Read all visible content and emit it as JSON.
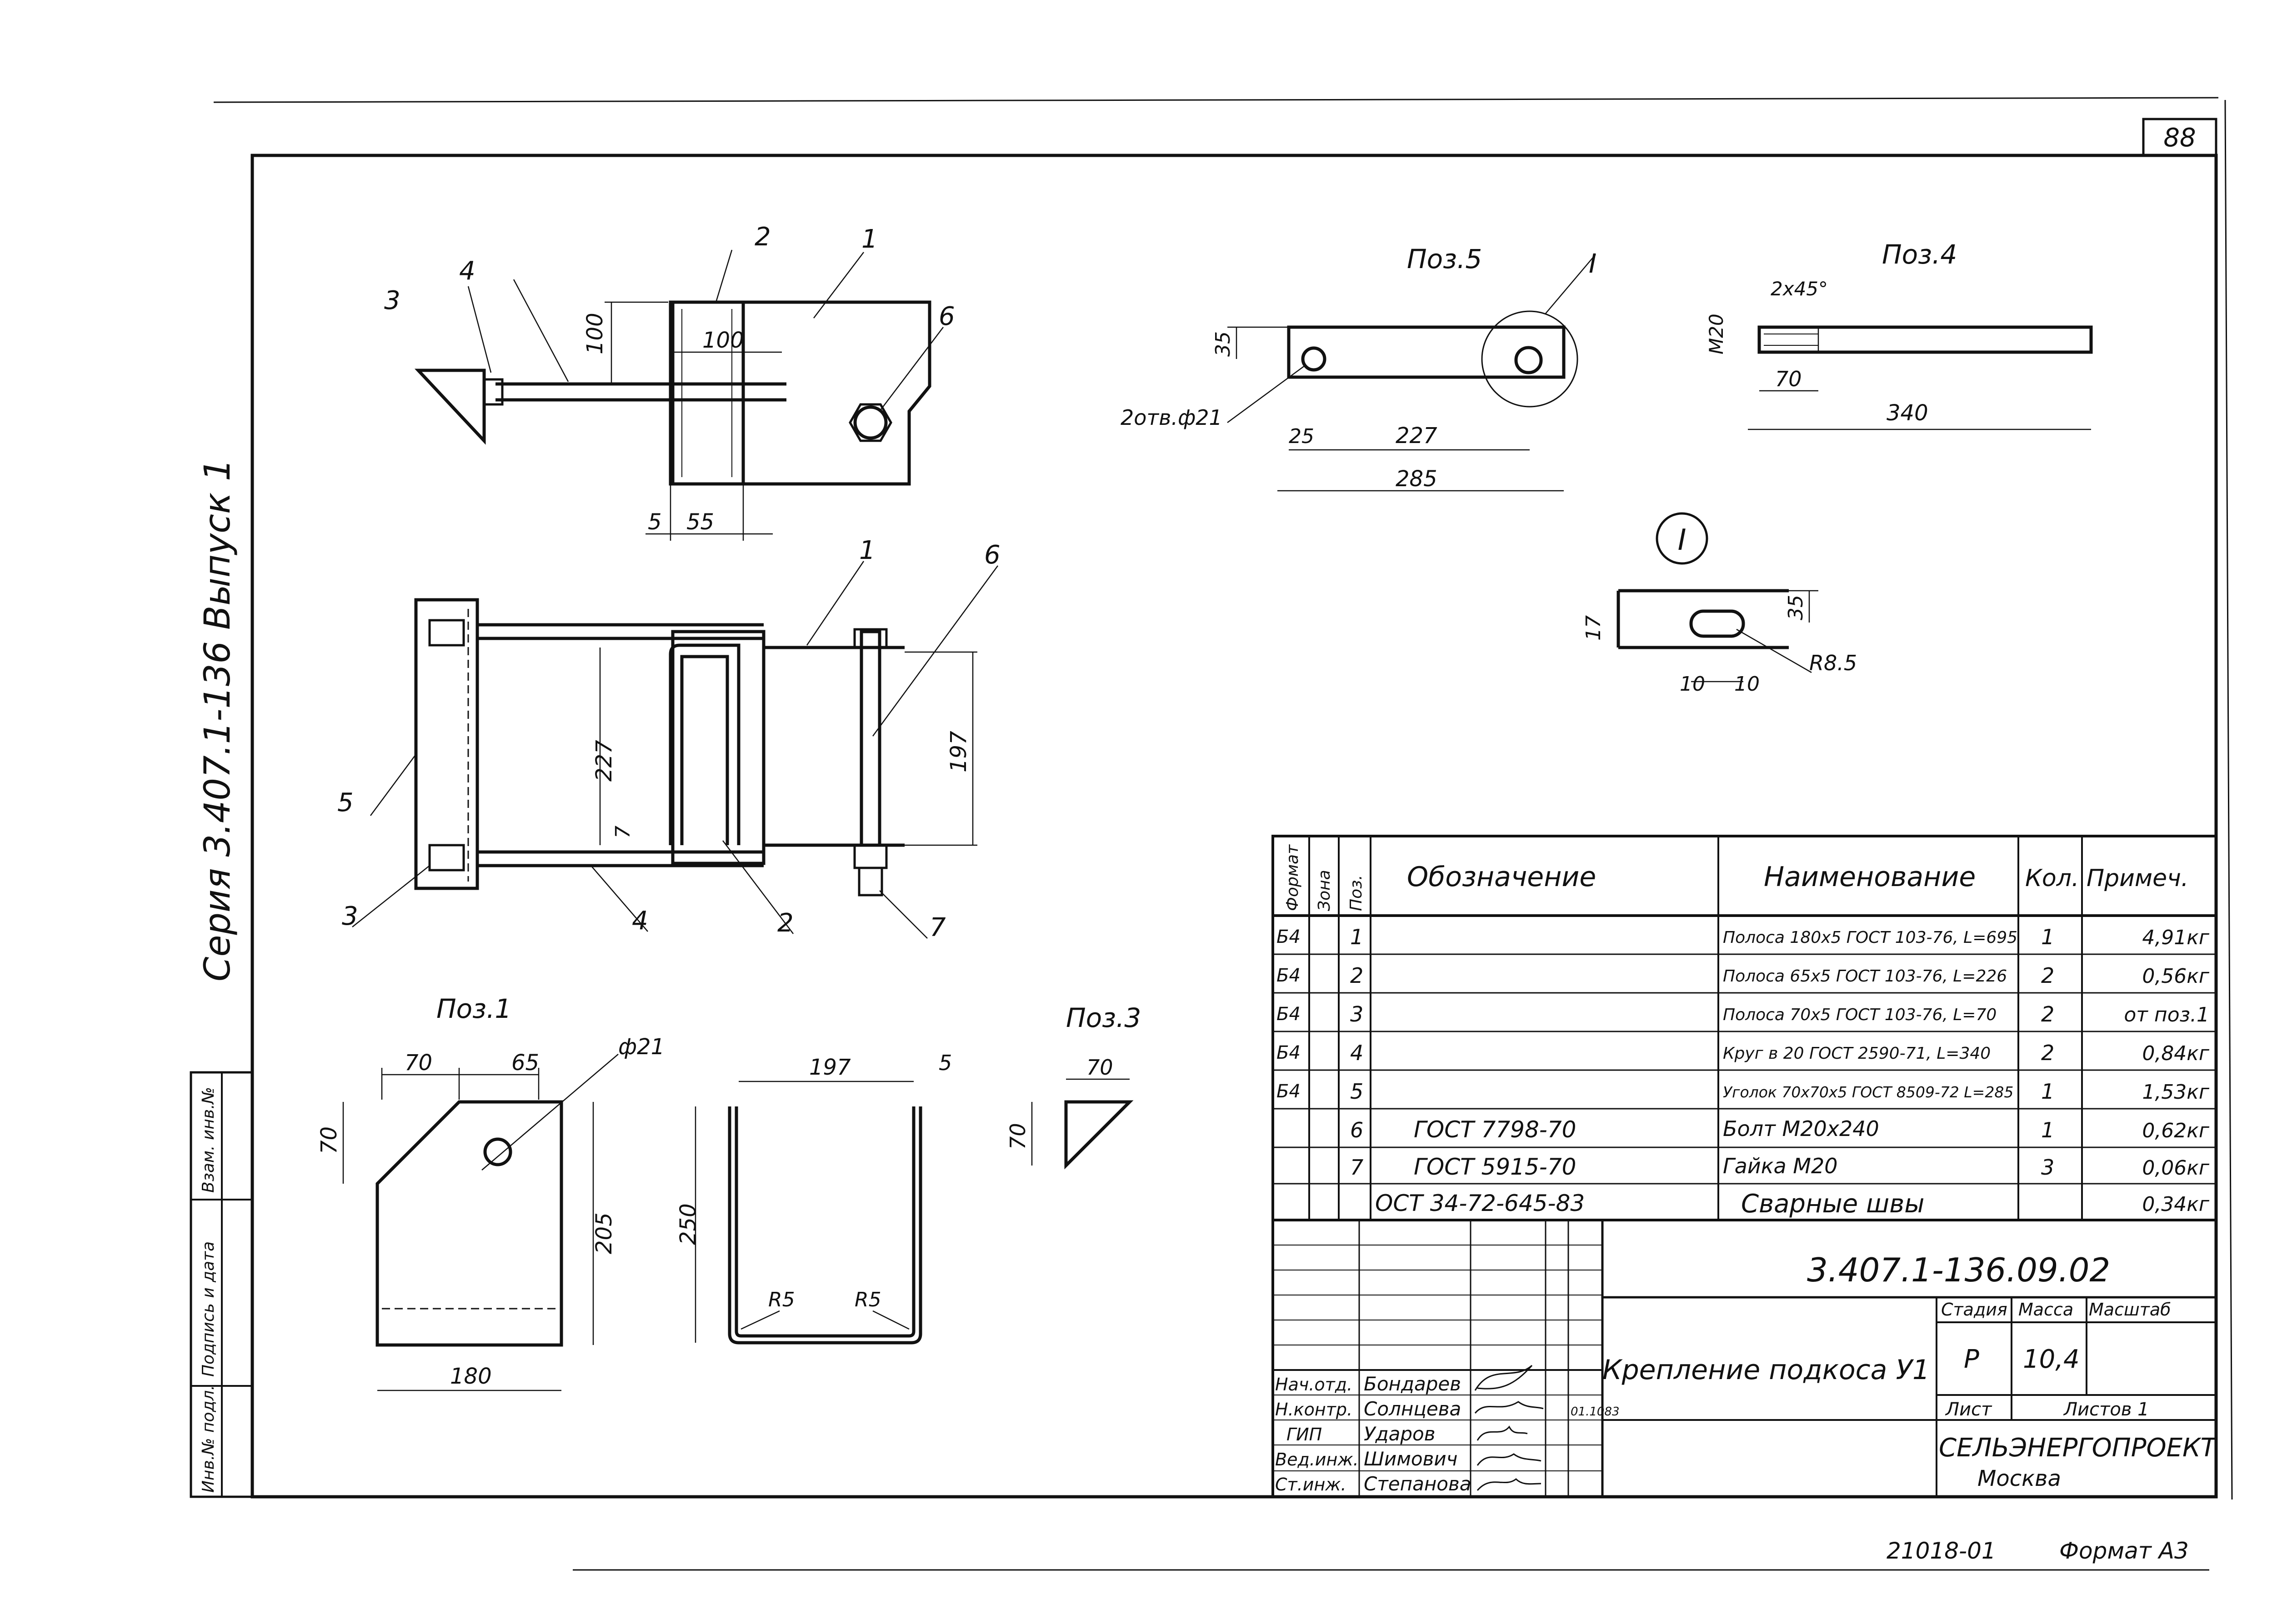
{
  "sheet": {
    "sheet_number": "88",
    "side_label": "Серия 3.407.1-136  Выпуск 1",
    "bottom_code": "21018-01",
    "format_label": "Формат А3",
    "left_stamp": [
      "Инв.№ подл.",
      "Подпись и дата",
      "Взам. инв.№"
    ]
  },
  "views": {
    "pos1": "Поз.1",
    "pos3": "Поз.3",
    "pos4": "Поз.4",
    "pos5": "Поз.5",
    "detail": "I"
  },
  "callouts": {
    "n1": "1",
    "n2": "2",
    "n3": "3",
    "n4": "4",
    "n5": "5",
    "n6": "6",
    "n7": "7"
  },
  "dims": {
    "top_100_v": "100",
    "top_100_h": "100",
    "top_5": "5",
    "top_55": "55",
    "front_227": "227",
    "front_197": "197",
    "front_7": "7",
    "p1_70": "70",
    "p1_65": "65",
    "p1_hole": "ф21",
    "p1_70v": "70",
    "p1_205": "205",
    "p1_180": "180",
    "p2_197": "197",
    "p2_5": "5",
    "p2_250": "250",
    "p2_r5a": "R5",
    "p2_r5b": "R5",
    "p3_70h": "70",
    "p3_70v": "70",
    "p5_35": "35",
    "p5_holes": "2отв.ф21",
    "p5_25": "25",
    "p5_227": "227",
    "p5_285": "285",
    "p4_chamfer": "2х45°",
    "p4_m20": "М20",
    "p4_70": "70",
    "p4_340": "340",
    "d_35": "35",
    "d_17": "17",
    "d_r": "R8.5",
    "d_10a": "10",
    "d_10b": "10"
  },
  "spec": {
    "headers": {
      "format": "Формат",
      "zone": "Зона",
      "pos": "Поз.",
      "designation": "Обозначение",
      "name": "Наименование",
      "qty": "Кол.",
      "note": "Примеч."
    },
    "rows": [
      {
        "format": "Б4",
        "pos": "1",
        "designation": "",
        "name": "Полоса 180х5 ГОСТ 103-76, L=695",
        "qty": "1",
        "note": "4,91кг"
      },
      {
        "format": "Б4",
        "pos": "2",
        "designation": "",
        "name": "Полоса 65х5 ГОСТ 103-76, L=226",
        "qty": "2",
        "note": "0,56кг"
      },
      {
        "format": "Б4",
        "pos": "3",
        "designation": "",
        "name": "Полоса 70х5 ГОСТ 103-76, L=70",
        "qty": "2",
        "note": "от поз.1"
      },
      {
        "format": "Б4",
        "pos": "4",
        "designation": "",
        "name": "Круг в 20 ГОСТ 2590-71, L=340",
        "qty": "2",
        "note": "0,84кг"
      },
      {
        "format": "Б4",
        "pos": "5",
        "designation": "",
        "name": "Уголок 70х70х5 ГОСТ 8509-72 L=285",
        "qty": "1",
        "note": "1,53кг"
      },
      {
        "format": "",
        "pos": "6",
        "designation": "ГОСТ 7798-70",
        "name": "Болт М20х240",
        "qty": "1",
        "note": "0,62кг"
      },
      {
        "format": "",
        "pos": "7",
        "designation": "ГОСТ 5915-70",
        "name": "Гайка М20",
        "qty": "3",
        "note": "0,06кг"
      },
      {
        "format": "",
        "pos": "",
        "designation": "ОСТ 34-72-645-83",
        "name": "Сварные швы",
        "qty": "",
        "note": "0,34кг"
      }
    ]
  },
  "title_block": {
    "document_code": "3.407.1-136.09.02",
    "title": "Крепление подкоса У1",
    "stage_label": "Стадия",
    "mass_label": "Масса",
    "scale_label": "Масштаб",
    "stage": "Р",
    "mass": "10,4",
    "sheet_label": "Лист",
    "sheets_label": "Листов 1",
    "org": "СЕЛЬЭНЕРГОПРОЕКТ",
    "city": "Москва",
    "date": "01.1083",
    "signatories": [
      {
        "role": "Нач.отд.",
        "name": "Бондарев"
      },
      {
        "role": "Н.контр.",
        "name": "Солнцева"
      },
      {
        "role": "ГИП",
        "name": "Ударов"
      },
      {
        "role": "Вед.инж.",
        "name": "Шимович"
      },
      {
        "role": "Ст.инж.",
        "name": "Степанова"
      }
    ]
  }
}
